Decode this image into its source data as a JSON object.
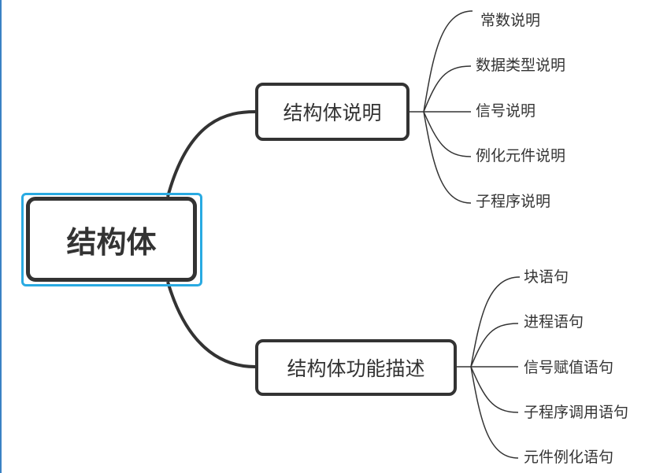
{
  "root": {
    "label": "结构体"
  },
  "branches": [
    {
      "label": "结构体说明",
      "items": [
        "常数说明",
        "数据类型说明",
        "信号说明",
        "例化元件说明",
        "子程序说明"
      ]
    },
    {
      "label": "结构体功能描述",
      "items": [
        "块语句",
        "进程语句",
        "信号赋值语句",
        "子程序调用语句",
        "元件例化语句"
      ]
    }
  ],
  "colors": {
    "line": "#333333",
    "node_border": "#333333",
    "selection": "#29aae2"
  }
}
